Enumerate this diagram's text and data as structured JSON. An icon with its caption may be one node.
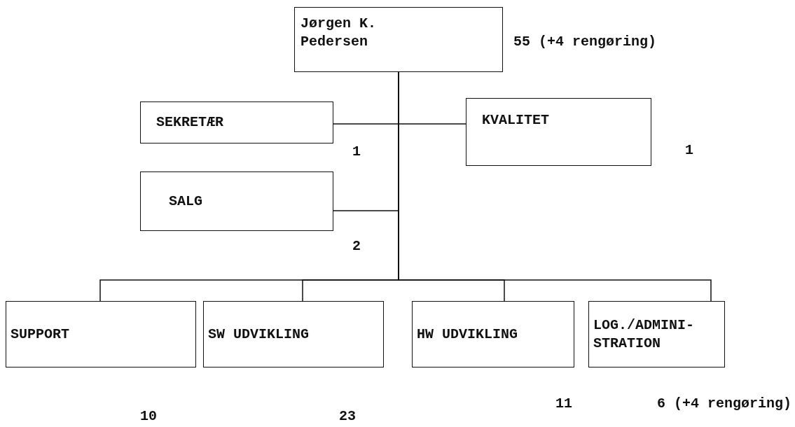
{
  "diagram": {
    "nodes": [
      {
        "text": [
          "Jørgen K. Pedersen"
        ],
        "beside": [
          "55 (+4 rengøring)"
        ]
      },
      {
        "text": [
          "SEKRETÆR"
        ],
        "beside": [
          "1"
        ]
      },
      {
        "text": [
          "KVALITET"
        ],
        "beside": [
          "1"
        ]
      },
      {
        "text": [
          "SALG"
        ],
        "beside": [
          "2"
        ]
      },
      {
        "text": [
          "SUPPORT"
        ],
        "beside": [
          "10"
        ]
      },
      {
        "text": [
          "SW UDVIKLING"
        ],
        "beside": [
          "23"
        ]
      },
      {
        "text": [
          "HW UDVIKLING"
        ],
        "beside": [
          "11"
        ]
      },
      {
        "text": [
          "LOG./ADMINI- STRATION"
        ],
        "beside": [
          "6 (+4 rengøring)"
        ]
      }
    ],
    "edges": [
      {
        "from": 0,
        "to": 1,
        "arrow": "none"
      },
      {
        "from": 0,
        "to": 2,
        "arrow": "none"
      },
      {
        "from": 0,
        "to": 3,
        "arrow": "none"
      },
      {
        "from": 0,
        "to": 4,
        "arrow": "none"
      },
      {
        "from": 0,
        "to": 5,
        "arrow": "none"
      },
      {
        "from": 0,
        "to": 6,
        "arrow": "none"
      },
      {
        "from": 0,
        "to": 7,
        "arrow": "none"
      }
    ]
  }
}
